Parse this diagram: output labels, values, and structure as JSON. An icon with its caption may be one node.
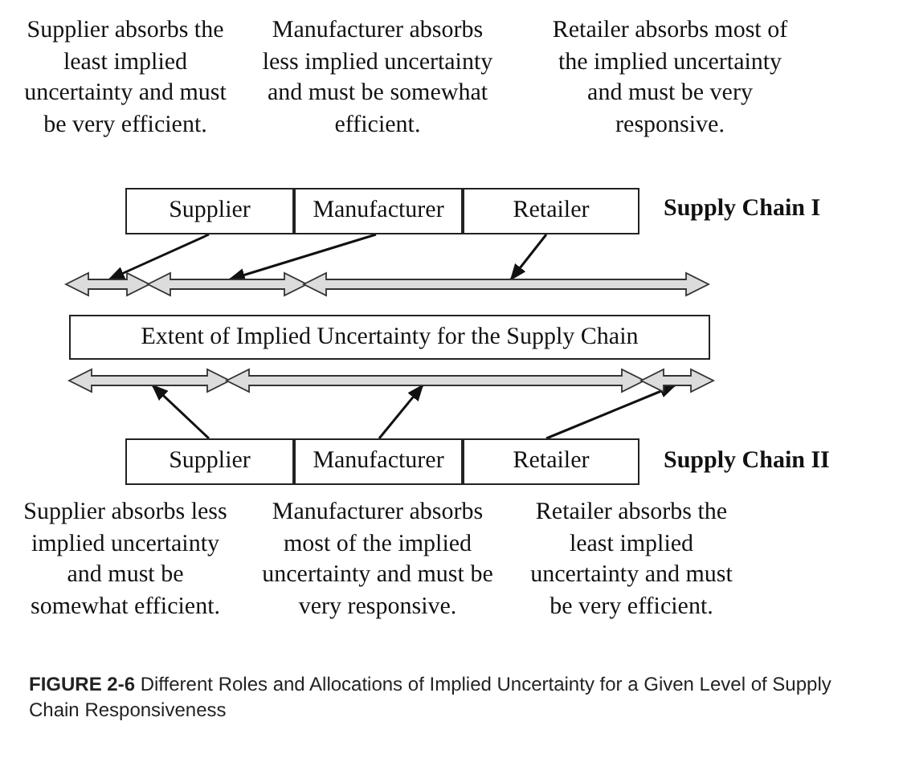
{
  "diagram": {
    "caption": "**FIGURE 2-6** Different Roles and Allocations of Implied Uncertainty for a Given Level of Supply Chain Responsiveness",
    "nodes": [
      {
        "text": [
          "Supplier"
        ]
      },
      {
        "text": [
          "Manufacturer"
        ]
      },
      {
        "text": [
          "Retailer"
        ]
      },
      {
        "text": [],
        "shape": "bar"
      },
      {
        "text": [],
        "shape": "bar"
      },
      {
        "text": [],
        "shape": "bar"
      },
      {
        "text": [
          "Extent of Implied Uncertainty for the Supply Chain"
        ]
      },
      {
        "text": [],
        "shape": "bar"
      },
      {
        "text": [],
        "shape": "bar"
      },
      {
        "text": [],
        "shape": "bar"
      },
      {
        "text": [
          "Supplier"
        ]
      },
      {
        "text": [
          "Manufacturer"
        ]
      },
      {
        "text": [
          "Retailer"
        ]
      }
    ],
    "edges": [
      {
        "from": 0,
        "to": 3,
        "arrow": "to"
      },
      {
        "from": 1,
        "to": 4,
        "arrow": "to"
      },
      {
        "from": 2,
        "to": 5,
        "arrow": "to"
      },
      {
        "from": 10,
        "to": 7,
        "arrow": "to"
      },
      {
        "from": 11,
        "to": 8,
        "arrow": "to"
      },
      {
        "from": 12,
        "to": 9,
        "arrow": "to"
      }
    ],
    "labels": [
      "Supplier absorbs the least implied uncertainty and must be very efficient.",
      "Manufacturer absorbs less implied uncertainty and must be somewhat efficient.",
      "Retailer absorbs most of the implied uncertainty and must be very responsive.",
      "Supply Chain I",
      "Supply Chain II",
      "Supplier absorbs less implied uncertainty and must be somewhat efficient.",
      "Manufacturer absorbs most of the implied uncertainty and must be very responsive.",
      "Retailer absorbs the least implied uncertainty and must be very efficient."
    ]
  }
}
